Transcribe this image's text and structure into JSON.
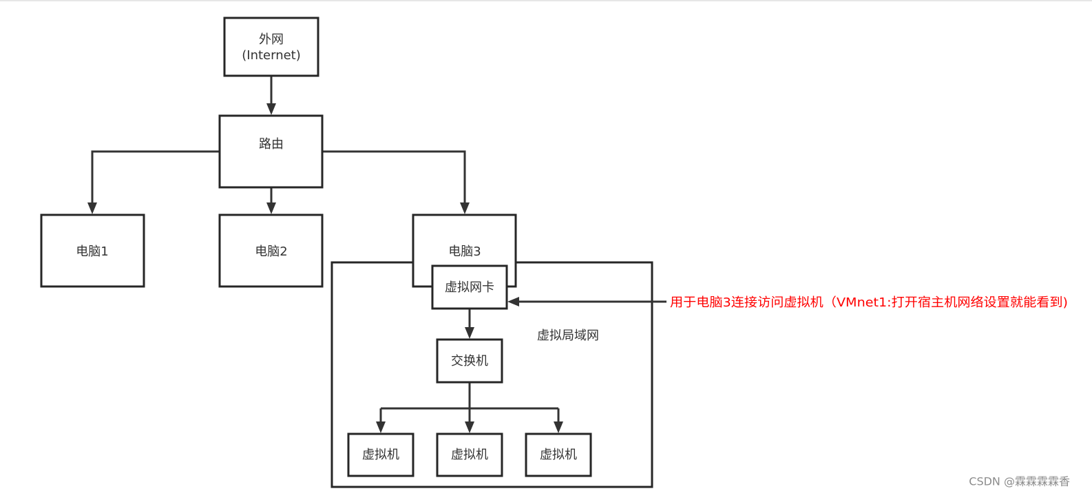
{
  "nodes": {
    "internet": {
      "line1": "外网",
      "line2": "(Internet)"
    },
    "router": {
      "label": "路由"
    },
    "pc1": {
      "label": "电脑1"
    },
    "pc2": {
      "label": "电脑2"
    },
    "pc3": {
      "label": "电脑3"
    },
    "vnic": {
      "label": "虚拟网卡"
    },
    "switch": {
      "label": "交换机"
    },
    "vm1": {
      "label": "虚拟机"
    },
    "vm2": {
      "label": "虚拟机"
    },
    "vm3": {
      "label": "虚拟机"
    }
  },
  "regions": {
    "virtual_lan": {
      "label": "虚拟局域网"
    }
  },
  "annotation": {
    "text": "用于电脑3连接访问虚拟机（VMnet1:打开宿主机网络设置就能看到)",
    "color": "#ff0000"
  },
  "watermark": {
    "text": "CSDN @霖霖霖霖香"
  }
}
